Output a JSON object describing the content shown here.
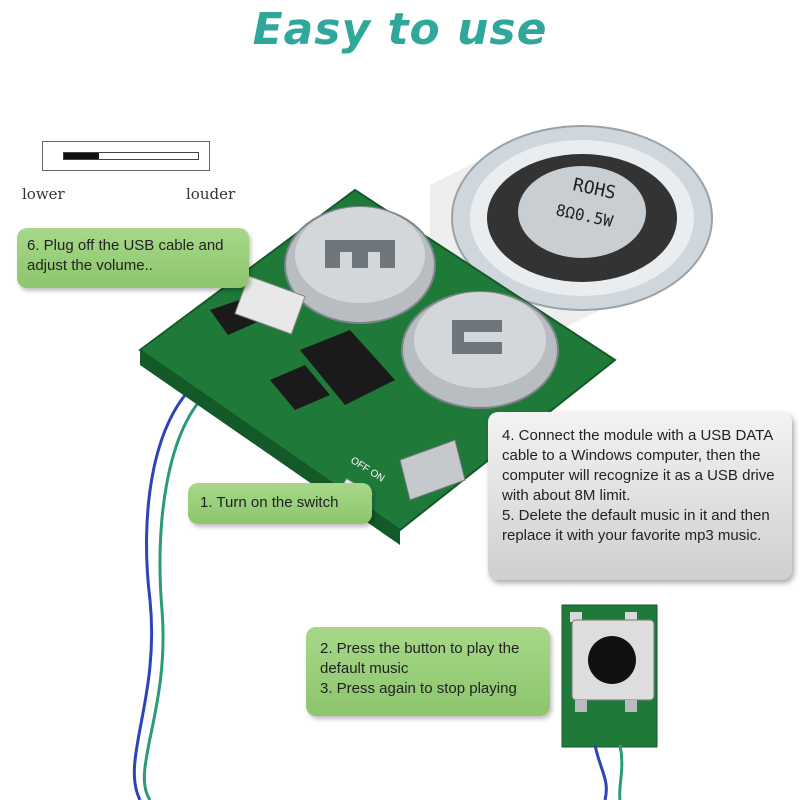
{
  "header": {
    "title": "Easy to use"
  },
  "volume": {
    "lower_label": "lower",
    "louder_label": "louder",
    "level": 0.26
  },
  "speaker": {
    "marking_line1": "ROHS",
    "marking_line2": "8Ω0.5W"
  },
  "callouts": {
    "step6": "6. Plug off the USB cable and adjust the volume..",
    "step1": "1. Turn on the switch",
    "step4": "4. Connect the module with a USB DATA cable to a Windows computer, then the computer will recognize it as a USB drive with about 8M limit.",
    "step5": "5. Delete the default music in it and then replace it with your favorite mp3 music.",
    "step2": "2. Press the button to play the default music",
    "step3": "3. Press again to stop playing"
  },
  "board": {
    "silk_off_on": "OFF ON"
  },
  "colors": {
    "title": "#2fa79a",
    "pcb": "#1f7a3a",
    "callout_green": "#9acf7b",
    "callout_grey": "#e6e6e6"
  }
}
